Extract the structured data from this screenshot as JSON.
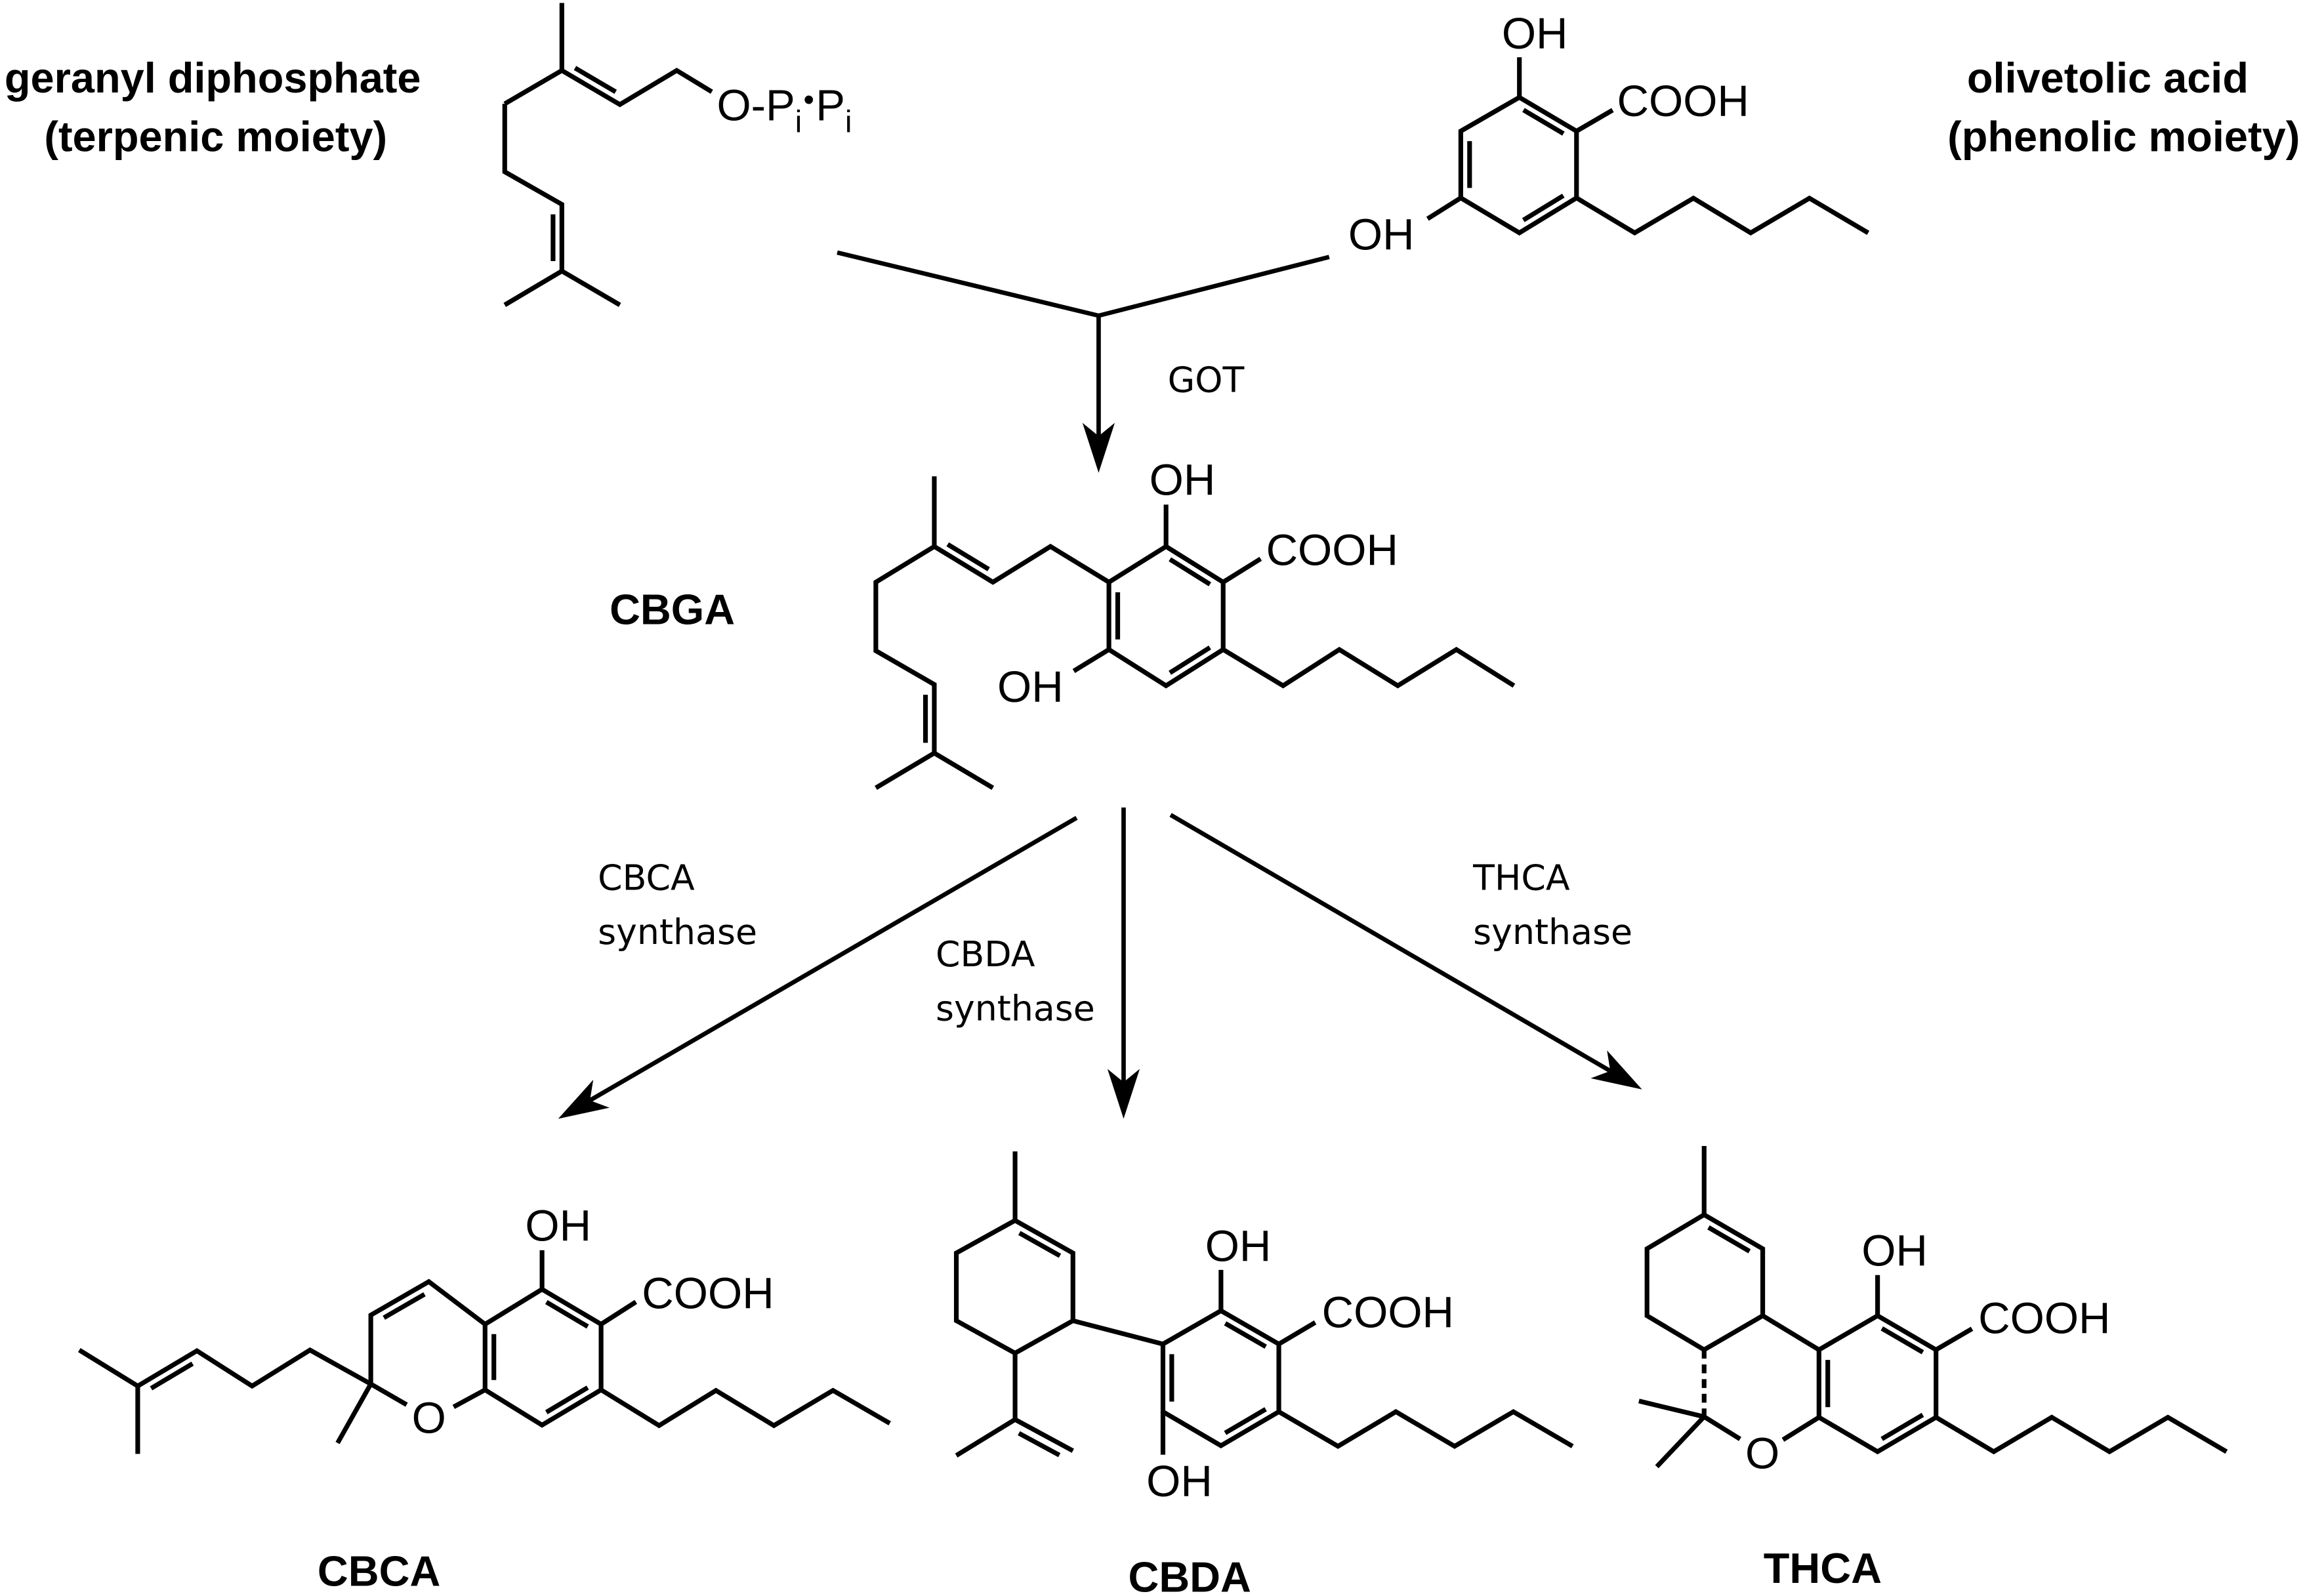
{
  "reactants": {
    "terpene": {
      "name": "geranyl diphosphate",
      "subtitle": "(terpenic moiety)",
      "group": "O-P",
      "sub1": "i",
      "dot": "•",
      "group2": "P",
      "sub2": "i"
    },
    "phenol": {
      "name": "olivetolic acid",
      "subtitle": "(phenolic moiety)",
      "oh_top": "OH",
      "cooh": "COOH",
      "oh_left": "OH"
    }
  },
  "enzyme_step": {
    "label": "GOT"
  },
  "intermediate": {
    "name": "CBGA",
    "oh_top": "OH",
    "cooh": "COOH",
    "oh_left": "OH"
  },
  "enzymes": {
    "cbca": {
      "line1": "CBCA",
      "line2": "synthase"
    },
    "cbda": {
      "line1": "CBDA",
      "line2": "synthase"
    },
    "thca": {
      "line1": "THCA",
      "line2": "synthase"
    }
  },
  "products": {
    "cbca": {
      "name": "CBCA",
      "oh": "OH",
      "cooh": "COOH",
      "o": "O"
    },
    "cbda": {
      "name": "CBDA",
      "oh": "OH",
      "cooh": "COOH",
      "oh_bottom": "OH"
    },
    "thca": {
      "name": "THCA",
      "oh": "OH",
      "cooh": "COOH",
      "o": "O"
    }
  }
}
